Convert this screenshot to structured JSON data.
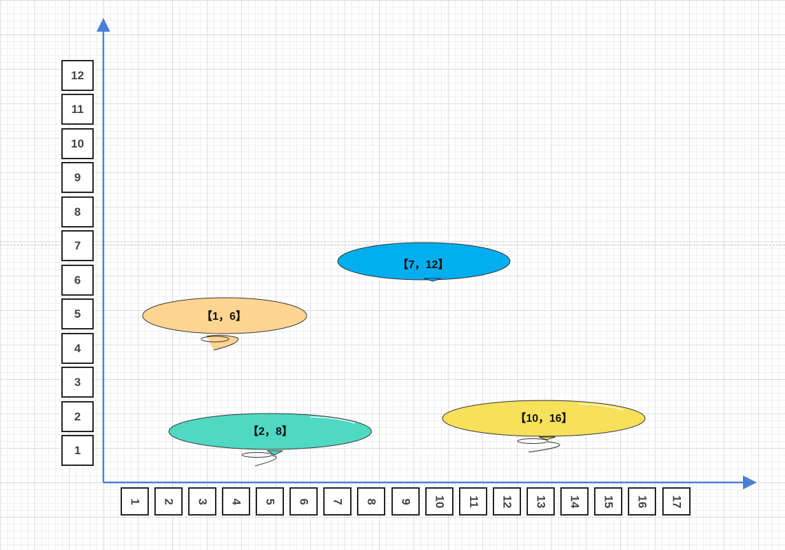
{
  "y_axis_labels": [
    "1",
    "2",
    "3",
    "4",
    "5",
    "6",
    "7",
    "8",
    "9",
    "10",
    "11",
    "12"
  ],
  "x_axis_labels": [
    "1",
    "2",
    "3",
    "4",
    "5",
    "6",
    "7",
    "8",
    "9",
    "10",
    "11",
    "12",
    "13",
    "14",
    "15",
    "16",
    "17"
  ],
  "balloons": [
    {
      "label": "【1，6】",
      "color": "#ffd591"
    },
    {
      "label": "【7，12】",
      "color": "#00aeef"
    },
    {
      "label": "【2，8】",
      "color": "#4fd8c4"
    },
    {
      "label": "【10，16】",
      "color": "#f7e05a"
    }
  ],
  "colors": {
    "axis": "#4a7fd6",
    "box_border": "#222222"
  }
}
